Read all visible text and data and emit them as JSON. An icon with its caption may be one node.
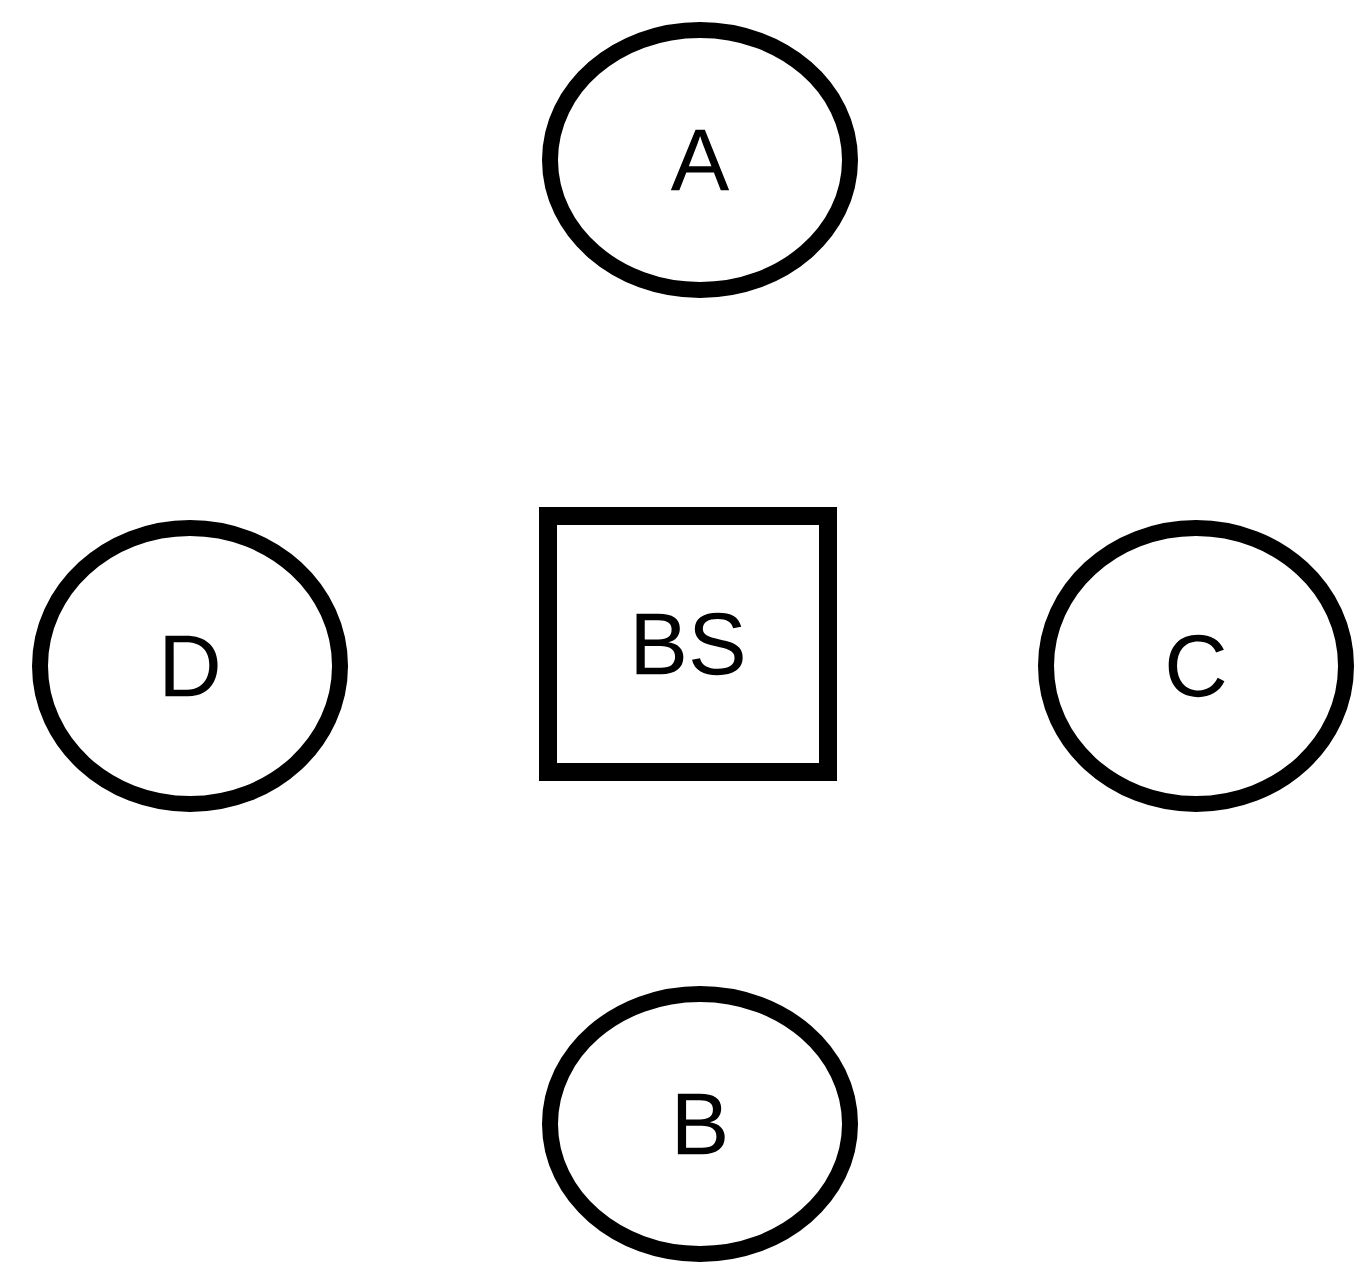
{
  "diagram": {
    "nodes": [
      {
        "text": [
          "A"
        ]
      },
      {
        "text": [
          "D"
        ]
      },
      {
        "text": [
          "BS"
        ]
      },
      {
        "text": [
          "C"
        ]
      },
      {
        "text": [
          "B"
        ]
      }
    ]
  }
}
